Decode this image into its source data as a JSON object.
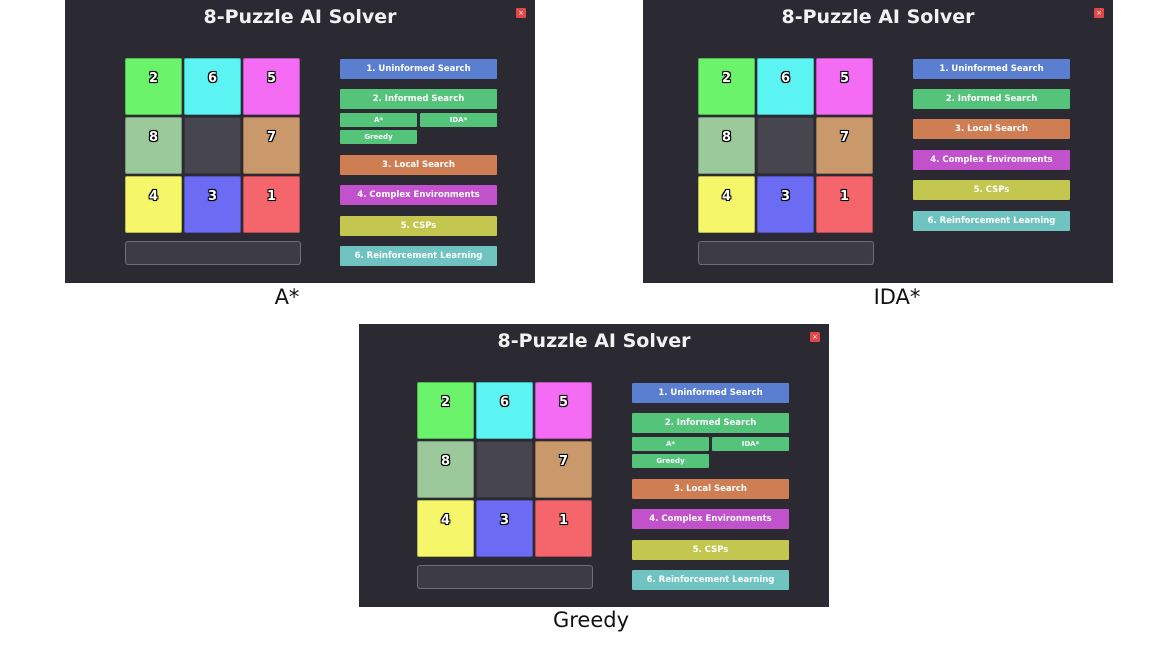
{
  "app_title": "8-Puzzle AI Solver",
  "close_label": "×",
  "tiles": [
    {
      "label": "2",
      "color": "#6bf36b"
    },
    {
      "label": "6",
      "color": "#5cf3f3"
    },
    {
      "label": "5",
      "color": "#f46bf4"
    },
    {
      "label": "8",
      "color": "#9bc99b"
    },
    {
      "label": "",
      "color": "#47464e"
    },
    {
      "label": "7",
      "color": "#c9996b"
    },
    {
      "label": "4",
      "color": "#f6f66b"
    },
    {
      "label": "3",
      "color": "#6b6bf4"
    },
    {
      "label": "1",
      "color": "#f4666b"
    }
  ],
  "menu": {
    "uninformed": "1. Uninformed Search",
    "informed": "2. Informed Search",
    "local": "3. Local Search",
    "complex": "4. Complex Environments",
    "csps": "5. CSPs",
    "rl": "6. Reinforcement Learning"
  },
  "informed_submenu": {
    "astar": "A*",
    "ida": "IDA*",
    "greedy": "Greedy"
  },
  "captions": {
    "astar": "A*",
    "ida": "IDA*",
    "greedy": "Greedy"
  }
}
